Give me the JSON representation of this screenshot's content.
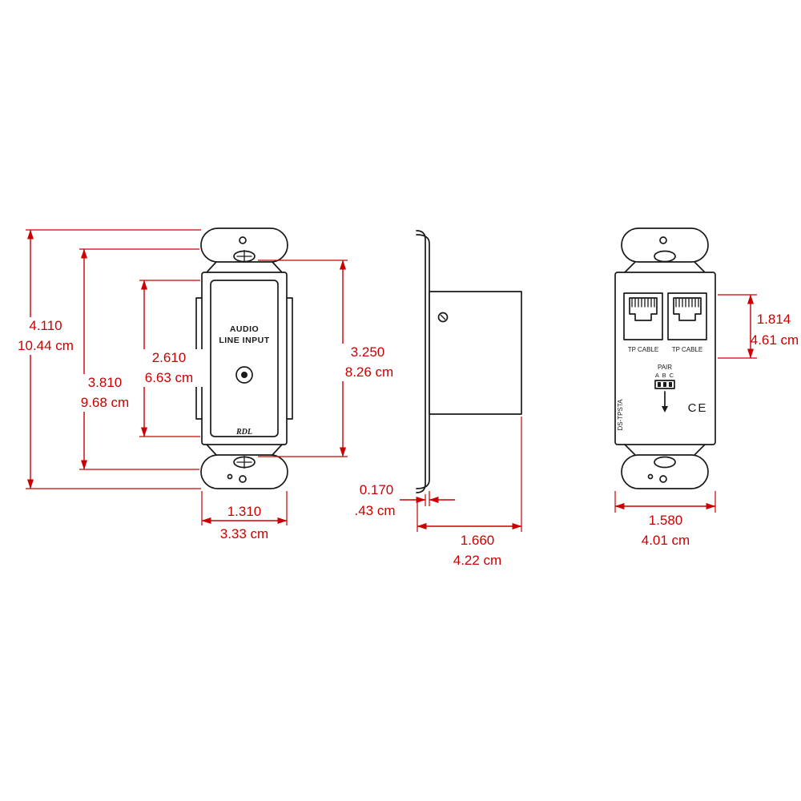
{
  "drawing": {
    "front_view": {
      "face_label_line1": "AUDIO",
      "face_label_line2": "LINE INPUT",
      "brand": "RDL",
      "dimensions": {
        "overall_height": {
          "inches": "4.110",
          "metric": "10.44 cm"
        },
        "mounting_span": {
          "inches": "3.810",
          "metric": "9.68 cm"
        },
        "insert_height": {
          "inches": "2.610",
          "metric": "6.63 cm"
        },
        "plate_height": {
          "inches": "3.250",
          "metric": "8.26 cm"
        },
        "insert_width": {
          "inches": "1.310",
          "metric": "3.33 cm"
        }
      }
    },
    "side_view": {
      "dimensions": {
        "plate_thickness": {
          "inches": "0.170",
          "metric": ".43 cm"
        },
        "enclosure_depth": {
          "inches": "1.660",
          "metric": "4.22 cm"
        }
      }
    },
    "rear_view": {
      "jack1_label": "TP CABLE",
      "jack2_label": "TP CABLE",
      "pair_label": "PAIR",
      "pair_options": "A B C",
      "model": "DS-TPSTA",
      "ce_mark": "CE",
      "dimensions": {
        "jack_section_height": {
          "inches": "1.814",
          "metric": "4.61 cm"
        },
        "body_width": {
          "inches": "1.580",
          "metric": "4.01 cm"
        }
      }
    },
    "colors": {
      "dimension": "#cc0000",
      "linework": "#1a1a1a",
      "background": "#ffffff"
    }
  }
}
